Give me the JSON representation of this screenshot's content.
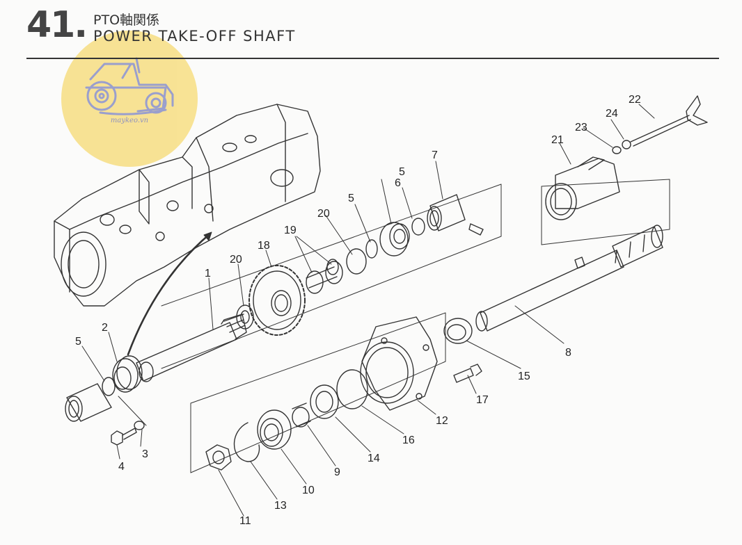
{
  "header": {
    "section_number": "41.",
    "title_jp": "PTO軸関係",
    "title_en": "POWER TAKE-OFF SHAFT"
  },
  "watermark": {
    "text": "maykeo.vn"
  },
  "colors": {
    "line": "#333333",
    "watermark_fill": "#f7de83",
    "watermark_ink": "#7b7fb5"
  },
  "callouts": [
    {
      "id": "c22",
      "text": "22"
    },
    {
      "id": "c24",
      "text": "24"
    },
    {
      "id": "c23",
      "text": "23"
    },
    {
      "id": "c21",
      "text": "21"
    },
    {
      "id": "c7",
      "text": "7"
    },
    {
      "id": "c6",
      "text": "6"
    },
    {
      "id": "c5a",
      "text": "5"
    },
    {
      "id": "c5b",
      "text": "5"
    },
    {
      "id": "c20a",
      "text": "20"
    },
    {
      "id": "c19",
      "text": "19"
    },
    {
      "id": "c18",
      "text": "18"
    },
    {
      "id": "c20b",
      "text": "20"
    },
    {
      "id": "c1",
      "text": "1"
    },
    {
      "id": "c2",
      "text": "2"
    },
    {
      "id": "c5c",
      "text": "5"
    },
    {
      "id": "c3",
      "text": "3"
    },
    {
      "id": "c4",
      "text": "4"
    },
    {
      "id": "c8",
      "text": "8"
    },
    {
      "id": "c15",
      "text": "15"
    },
    {
      "id": "c17",
      "text": "17"
    },
    {
      "id": "c12",
      "text": "12"
    },
    {
      "id": "c16",
      "text": "16"
    },
    {
      "id": "c14",
      "text": "14"
    },
    {
      "id": "c9",
      "text": "9"
    },
    {
      "id": "c10",
      "text": "10"
    },
    {
      "id": "c13",
      "text": "13"
    },
    {
      "id": "c11",
      "text": "11"
    }
  ]
}
